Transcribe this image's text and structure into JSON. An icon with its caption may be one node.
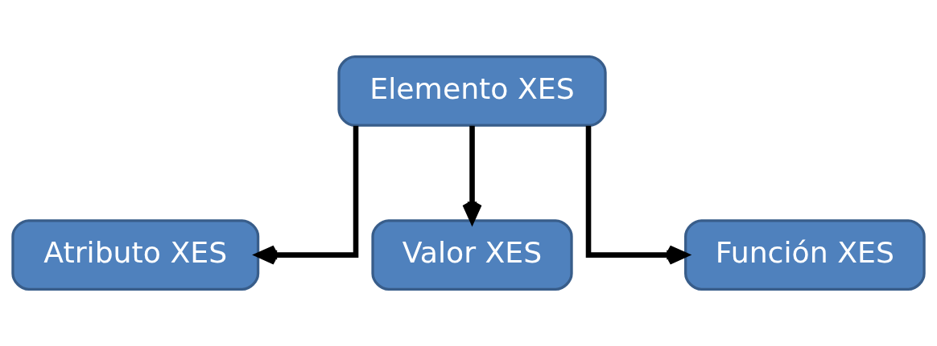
{
  "diagram": {
    "nodes": [
      {
        "text": [
          "Elemento XES"
        ]
      },
      {
        "text": [
          "Atributo XES"
        ]
      },
      {
        "text": [
          "Valor XES"
        ]
      },
      {
        "text": [
          "Función XES"
        ]
      }
    ],
    "edges": [
      {
        "from": 0,
        "to": 1,
        "arrow": "to"
      },
      {
        "from": 0,
        "to": 2,
        "arrow": "to"
      },
      {
        "from": 0,
        "to": 3,
        "arrow": "to"
      }
    ]
  }
}
